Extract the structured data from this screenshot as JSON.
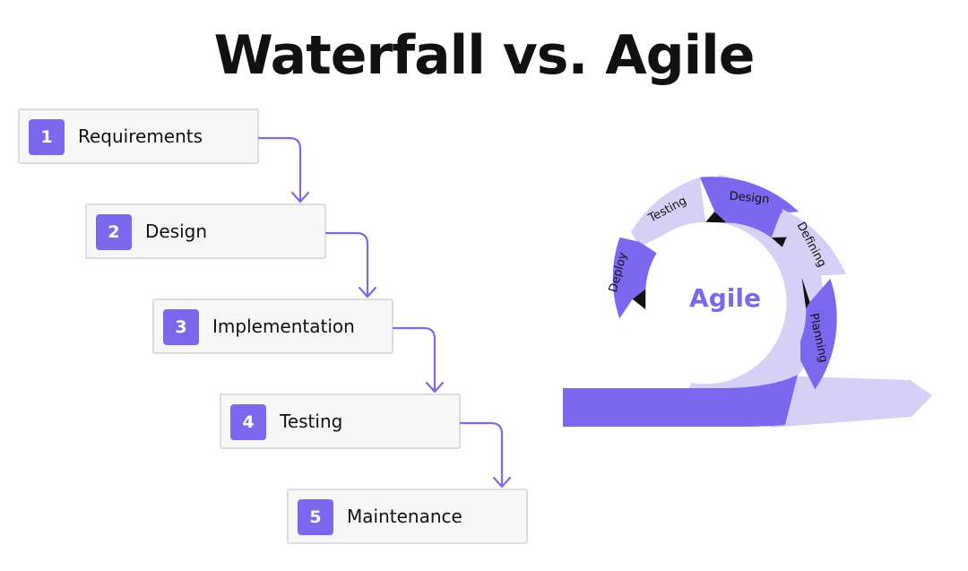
{
  "title": "Waterfall vs. Agile",
  "waterfall": {
    "steps": [
      {
        "number": "1",
        "label": "Requirements"
      },
      {
        "number": "2",
        "label": "Design"
      },
      {
        "number": "3",
        "label": "Implementation"
      },
      {
        "number": "4",
        "label": "Testing"
      },
      {
        "number": "5",
        "label": "Maintenance"
      }
    ]
  },
  "agile": {
    "center_label": "Agile",
    "phases": [
      "Testing",
      "Design",
      "Defining",
      "Planning",
      "Deploy"
    ]
  },
  "colors": {
    "accent": "#7b68ee",
    "accent_light": "#d6d0f6",
    "box_bg": "#f7f7f7",
    "box_border": "#dcdcdc"
  }
}
